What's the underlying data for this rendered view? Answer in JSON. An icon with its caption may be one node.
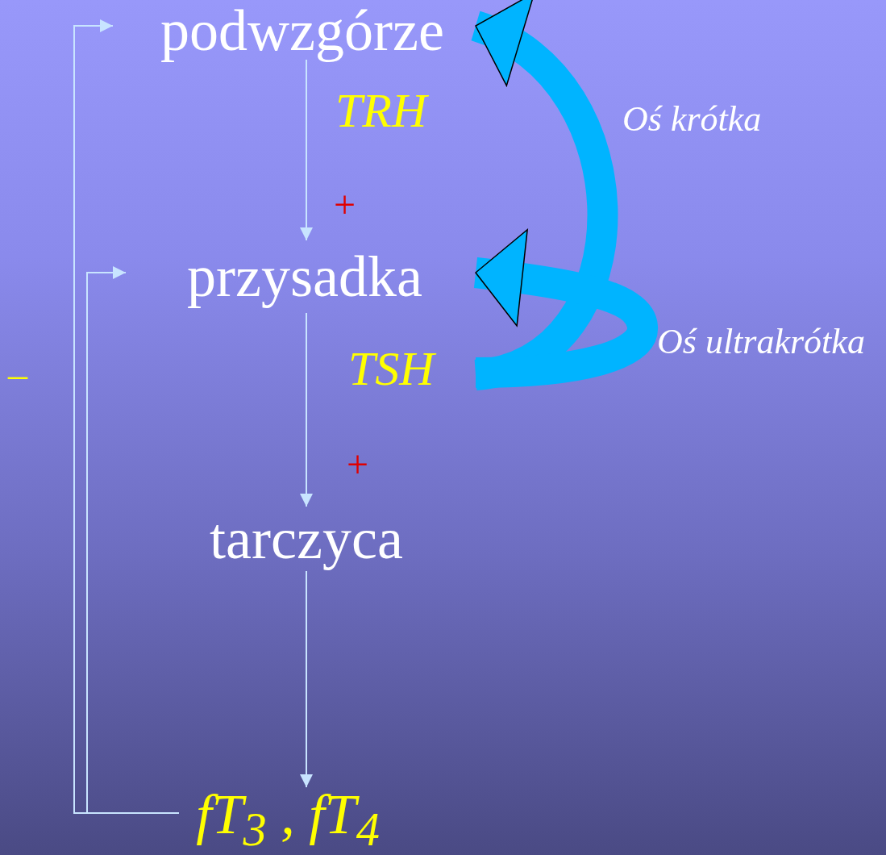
{
  "diagram": {
    "nodes": [
      {
        "text": [
          "podwzgórze"
        ]
      },
      {
        "text": [
          "przysadka"
        ]
      },
      {
        "text": [
          "tarczyca"
        ]
      },
      {
        "text": [
          "fT$_{3}$ , fT$_{4}$"
        ]
      }
    ],
    "edges": [
      {
        "from": 0,
        "to": 1,
        "arrow": "to",
        "label": "TRH"
      },
      {
        "from": 1,
        "to": 2,
        "arrow": "to",
        "label": "TSH"
      },
      {
        "from": 2,
        "to": 3,
        "arrow": "to"
      },
      {
        "from": 3,
        "to": 0,
        "arrow": "to"
      },
      {
        "from": 3,
        "to": 1,
        "arrow": "to"
      },
      {
        "from": null,
        "to": 0,
        "arrow": "to",
        "label": "Oś krótka",
        "style": "thick",
        "color": "#00b4ff"
      },
      {
        "from": null,
        "to": 1,
        "arrow": "to",
        "label": "Oś ultrakrótka",
        "style": "thick",
        "color": "#00b4ff"
      }
    ],
    "labels": [
      "+",
      "+",
      "–"
    ]
  }
}
